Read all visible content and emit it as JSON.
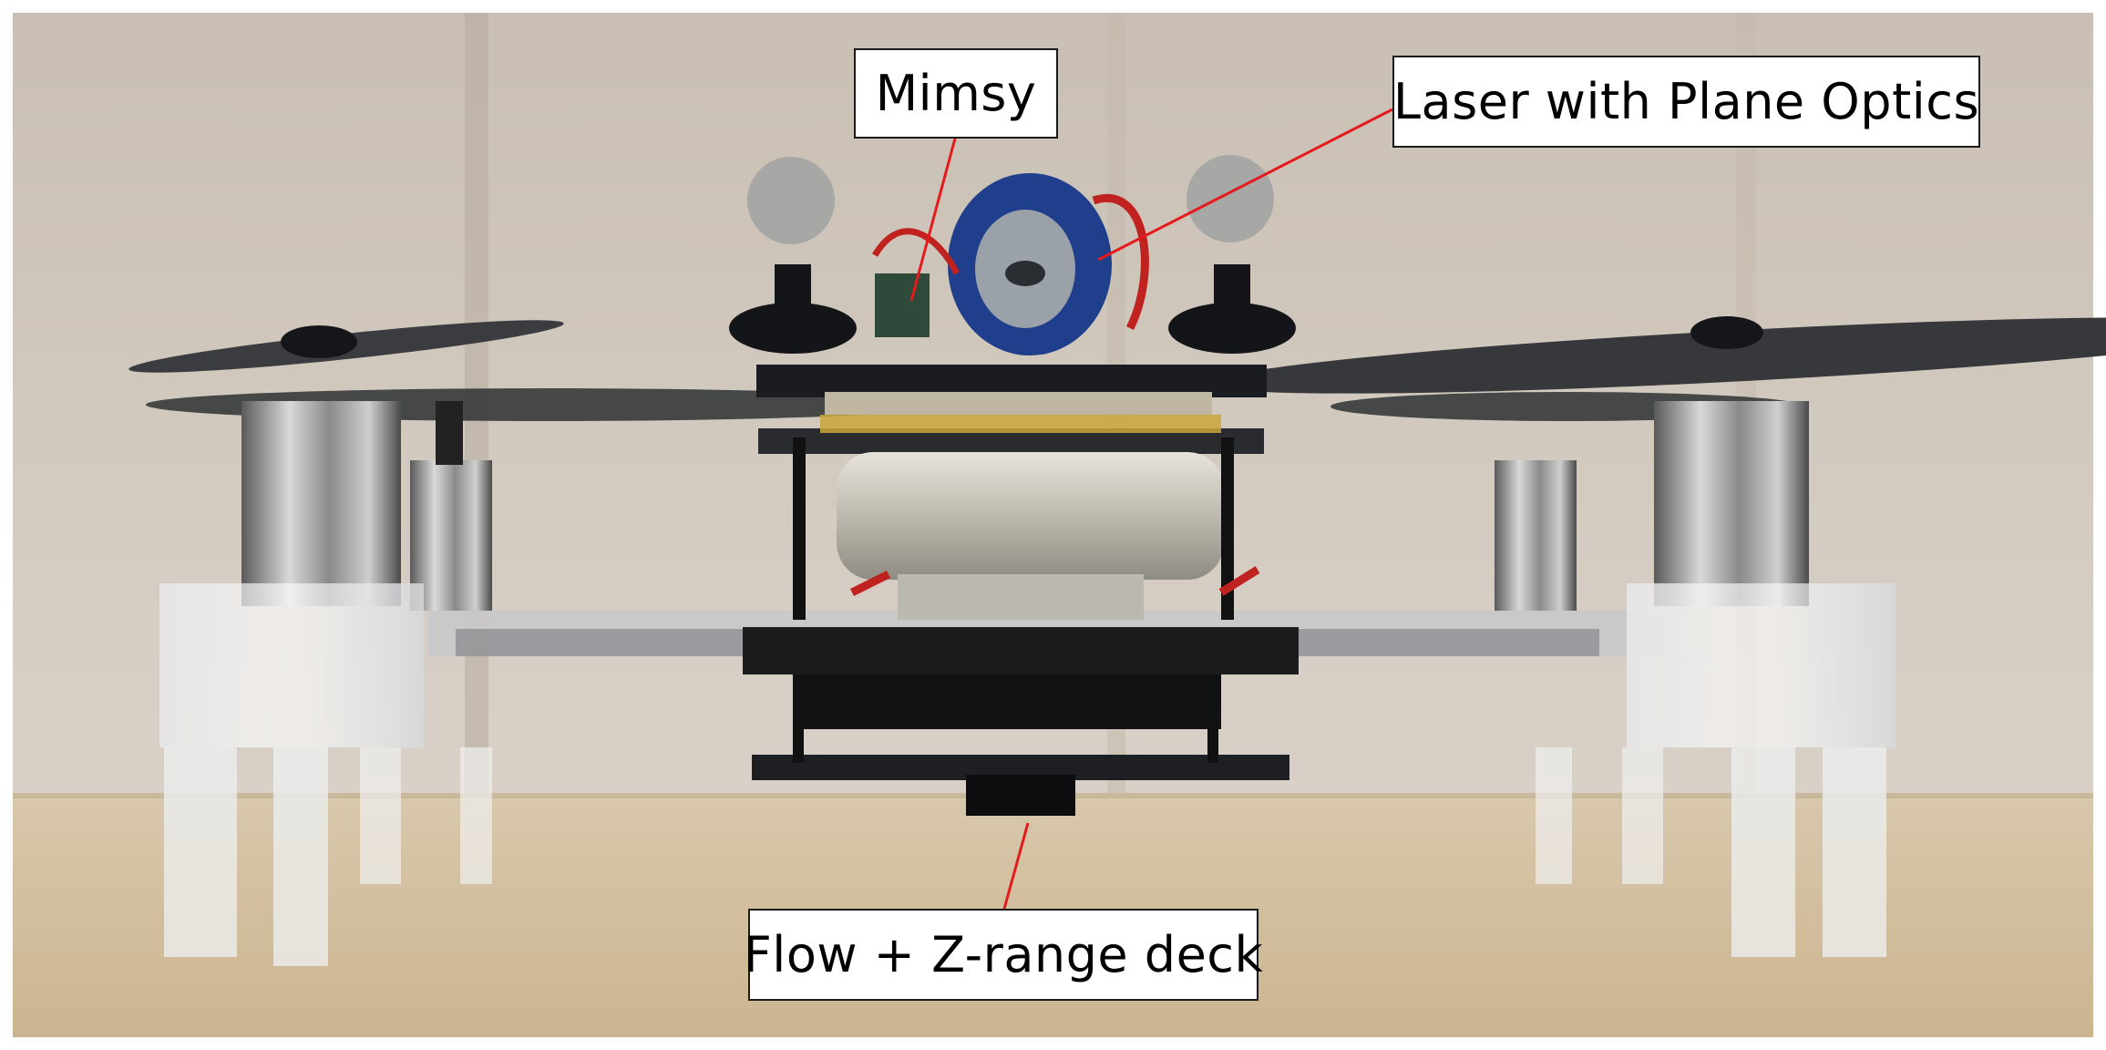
{
  "figure": {
    "labels": {
      "mimsy": "Mimsy",
      "laser": "Laser with Plane Optics",
      "deck": "Flow + Z-range deck"
    },
    "colors": {
      "leader_line": "#e41a1c",
      "label_border": "#1a1a1a",
      "label_background": "#ffffff"
    }
  }
}
